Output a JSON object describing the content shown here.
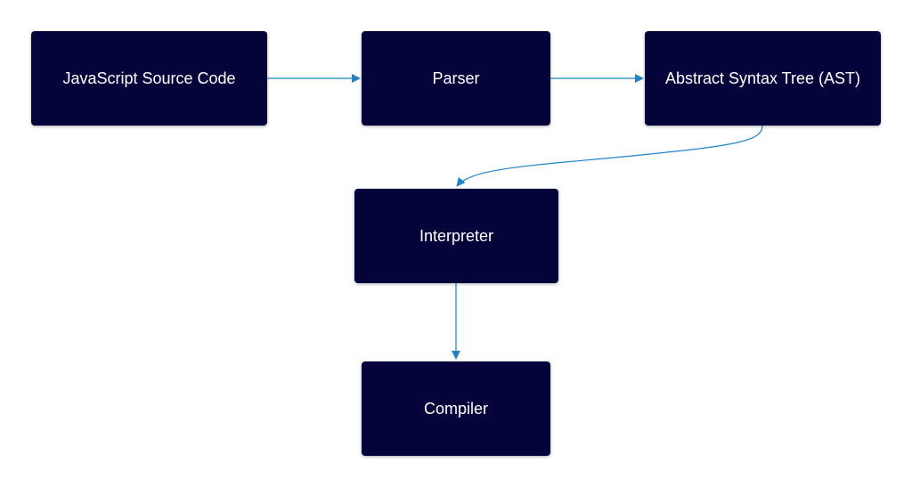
{
  "diagram": {
    "colors": {
      "node_fill": "#04043a",
      "node_text": "#ffffff",
      "connector": "#1f83c4",
      "background": "#ffffff"
    },
    "nodes": {
      "source": {
        "label": "JavaScript Source Code"
      },
      "parser": {
        "label": "Parser"
      },
      "ast": {
        "label": "Abstract Syntax Tree (AST)"
      },
      "interpreter": {
        "label": "Interpreter"
      },
      "compiler": {
        "label": "Compiler"
      }
    },
    "edges": [
      {
        "from": "JavaScript Source Code",
        "to": "Parser"
      },
      {
        "from": "Parser",
        "to": "Abstract Syntax Tree (AST)"
      },
      {
        "from": "Abstract Syntax Tree (AST)",
        "to": "Interpreter"
      },
      {
        "from": "Interpreter",
        "to": "Compiler"
      }
    ]
  }
}
